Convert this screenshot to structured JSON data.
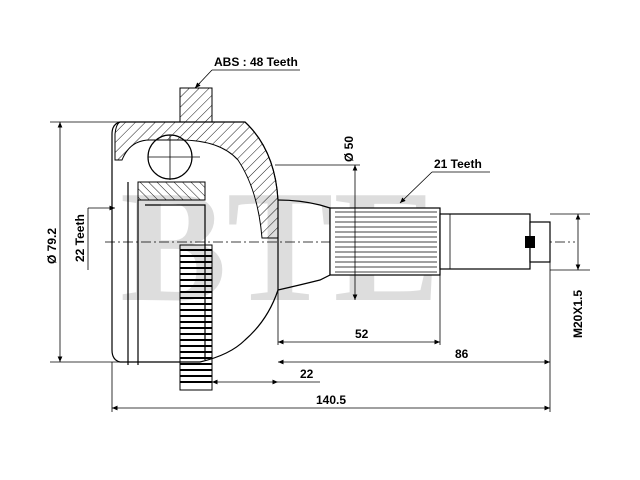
{
  "watermark": "BTE",
  "labels": {
    "abs": "ABS : 48 Teeth",
    "outer_teeth": "21 Teeth",
    "inner_teeth": "22 Teeth",
    "diameter_outer": "Ø 79.2",
    "diameter_shaft": "Ø 50",
    "thread": "M20X1.5",
    "len_52": "52",
    "len_86": "86",
    "len_22": "22",
    "len_total": "140.5"
  }
}
